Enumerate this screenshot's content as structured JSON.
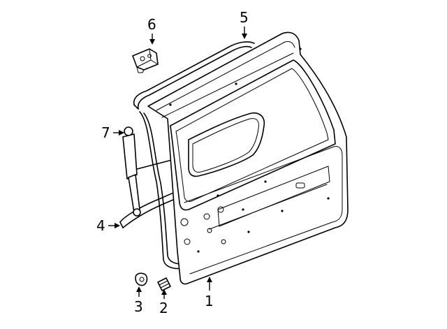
{
  "diagram": {
    "callouts": {
      "c1": "1",
      "c2": "2",
      "c3": "3",
      "c4": "4",
      "c5": "5",
      "c6": "6",
      "c7": "7"
    },
    "parts": [
      "liftgate",
      "bumper",
      "bumper",
      "weatherstrip",
      "weatherstrip",
      "hinge",
      "lift-support"
    ]
  }
}
